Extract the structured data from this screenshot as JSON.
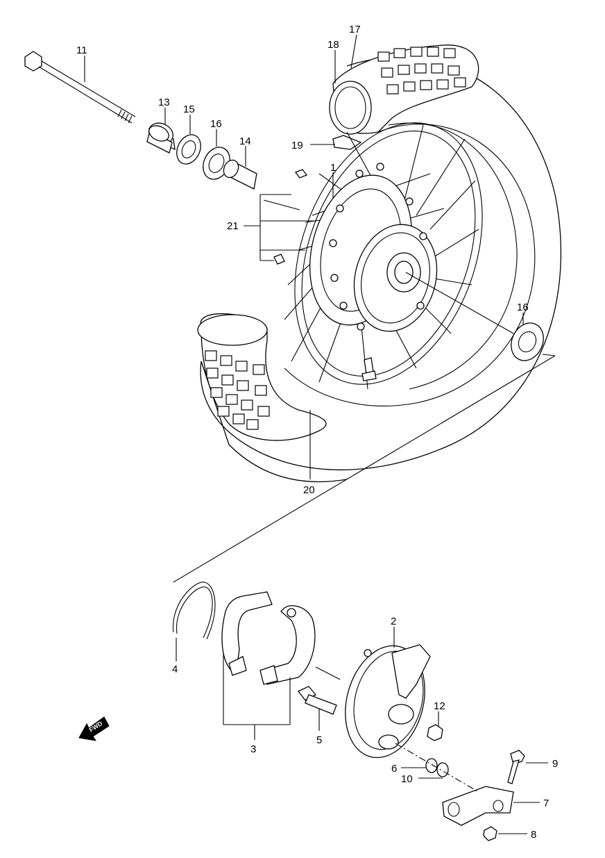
{
  "labels": {
    "l1": "1",
    "l2": "2",
    "l3": "3",
    "l4": "4",
    "l5": "5",
    "l6": "6",
    "l7": "7",
    "l8": "8",
    "l9": "9",
    "l10": "10",
    "l11": "11",
    "l12": "12",
    "l13": "13",
    "l14": "14",
    "l15": "15",
    "l16a": "16",
    "l16b": "16",
    "l17": "17",
    "l18": "18",
    "l19": "19",
    "l20": "20",
    "l21": "21"
  },
  "fwd_text": "FWD"
}
